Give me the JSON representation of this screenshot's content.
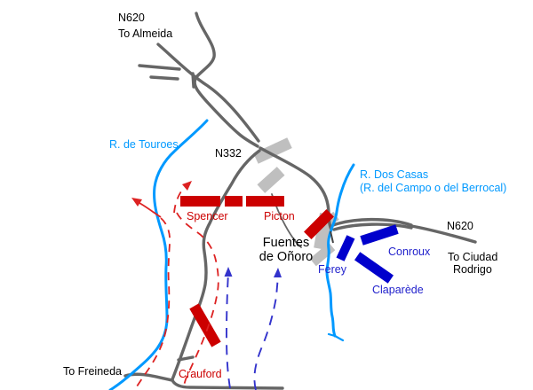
{
  "colors": {
    "road": "#666666",
    "river": "#0099FF",
    "british_red": "#CC0000",
    "british_arrow": "#DD2222",
    "french_blue": "#0000CC",
    "french_label": "#2222CC",
    "french_arrow": "#3333CC",
    "town_gray": "#BFBFBF",
    "text_black": "#000000"
  },
  "roads": {
    "n620_nw_label": "N620",
    "n620_nw_dest": "To Almeida",
    "n332_label": "N332",
    "n620_e_label": "N620",
    "n620_e_dest_line1": "To Ciudad",
    "n620_e_dest_line2": "Rodrigo",
    "freineda_dest": "To Freineda"
  },
  "rivers": {
    "touroes": "R. de Touroes",
    "dos_casas_line1": "R. Dos Casas",
    "dos_casas_line2": "(R. del Campo o del Berrocal)"
  },
  "town": {
    "name_line1": "Fuentes",
    "name_line2": "de Oñoro"
  },
  "units": {
    "british": [
      {
        "name": "Spencer",
        "side": "British"
      },
      {
        "name": "Picton",
        "side": "British"
      },
      {
        "name": "Crauford",
        "side": "British"
      }
    ],
    "french": [
      {
        "name": "Ferey",
        "side": "French"
      },
      {
        "name": "Conroux",
        "side": "French"
      },
      {
        "name": "Claparède",
        "side": "French"
      }
    ]
  }
}
